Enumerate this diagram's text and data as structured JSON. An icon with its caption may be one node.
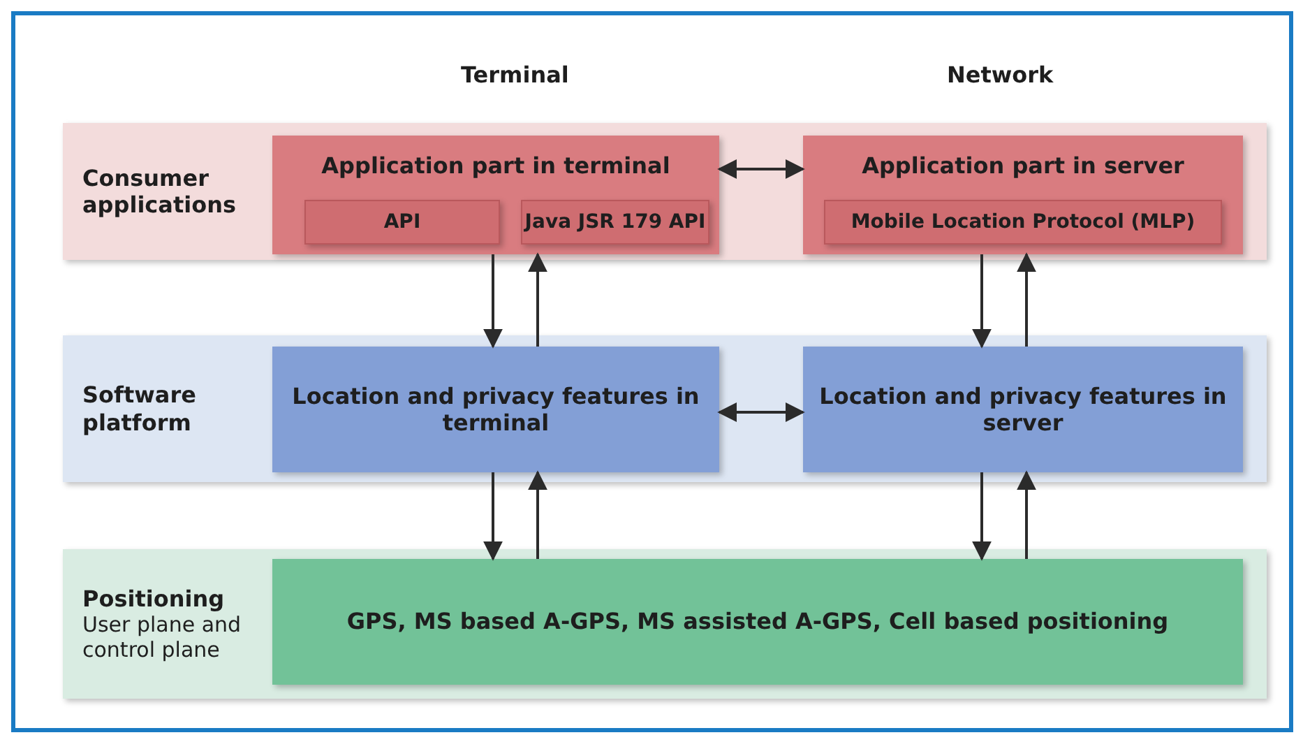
{
  "diagram": {
    "nodes": [
      {
        "text": [
          "Consumer applications"
        ]
      },
      {
        "text": [
          "Application part in terminal"
        ],
        "in": 0
      },
      {
        "text": [
          "API"
        ],
        "in": 1
      },
      {
        "text": [
          "Java JSR 179 API"
        ],
        "in": 1
      },
      {
        "text": [
          "Application part in server"
        ],
        "in": 0
      },
      {
        "text": [
          "Mobile Location Protocol (MLP)"
        ],
        "in": 4
      },
      {
        "text": [
          "Software platform"
        ]
      },
      {
        "text": [
          "Location and privacy features in terminal"
        ],
        "in": 6
      },
      {
        "text": [
          "Location and privacy features in server"
        ],
        "in": 6
      },
      {
        "text": [
          "Positioning",
          "User plane and control plane"
        ]
      },
      {
        "text": [
          "GPS, MS based A-GPS, MS assisted A-GPS, Cell based positioning"
        ],
        "in": 9
      }
    ],
    "edges": [
      {
        "from": 1,
        "to": 4,
        "arrow": "both"
      },
      {
        "from": 1,
        "to": 7,
        "arrow": "to"
      },
      {
        "from": 7,
        "to": 1,
        "arrow": "to"
      },
      {
        "from": 4,
        "to": 8,
        "arrow": "to"
      },
      {
        "from": 8,
        "to": 4,
        "arrow": "to"
      },
      {
        "from": 7,
        "to": 8,
        "arrow": "both"
      },
      {
        "from": 7,
        "to": 10,
        "arrow": "to"
      },
      {
        "from": 10,
        "to": 7,
        "arrow": "to"
      },
      {
        "from": 8,
        "to": 10,
        "arrow": "to"
      },
      {
        "from": 10,
        "to": 8,
        "arrow": "to"
      }
    ],
    "labels": [
      "Terminal",
      "Network"
    ]
  }
}
